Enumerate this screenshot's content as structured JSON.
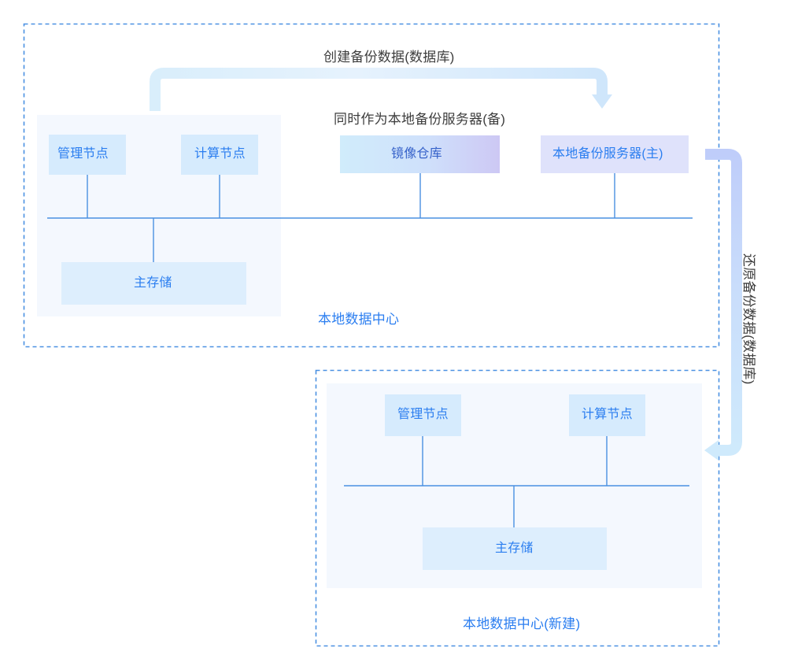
{
  "diagram": {
    "title_flows": {
      "backup_flow_label": "创建备份数据(数据库)",
      "restore_flow_label": "还原备份数据(数据库)",
      "mirror_note_label": "同时作为本地备份服务器(备)"
    },
    "zones": [
      {
        "id": "primary-datacenter",
        "caption": "本地数据中心",
        "nodes": [
          {
            "id": "management-node",
            "label": "管理节点",
            "style": "plain"
          },
          {
            "id": "compute-node",
            "label": "计算节点",
            "style": "plain"
          },
          {
            "id": "primary-storage",
            "label": "主存储",
            "style": "plain"
          }
        ]
      },
      {
        "id": "new-datacenter",
        "caption": "本地数据中心(新建)",
        "nodes": [
          {
            "id": "management-node",
            "label": "管理节点",
            "style": "plain"
          },
          {
            "id": "compute-node",
            "label": "计算节点",
            "style": "plain"
          },
          {
            "id": "primary-storage",
            "label": "主存储",
            "style": "plain"
          }
        ]
      }
    ],
    "external_nodes": [
      {
        "id": "image-repository",
        "label": "镜像仓库",
        "style": "gradient-blue-purple"
      },
      {
        "id": "local-backup-server",
        "label": "本地备份服务器(主)",
        "style": "purple"
      }
    ],
    "colors": {
      "accent_blue": "#2b7ef0",
      "node_fill": "#d6ebfd",
      "zone_fill": "#f4f8fe",
      "dashed_border": "#4a90e2",
      "bus_line": "#4a90e2",
      "arrow_light": "#cfe8fb",
      "arrow_purple": "#c3d0fb",
      "caption_text": "#3d3d3d",
      "purple_node_fill": "#dfe2fb"
    }
  }
}
